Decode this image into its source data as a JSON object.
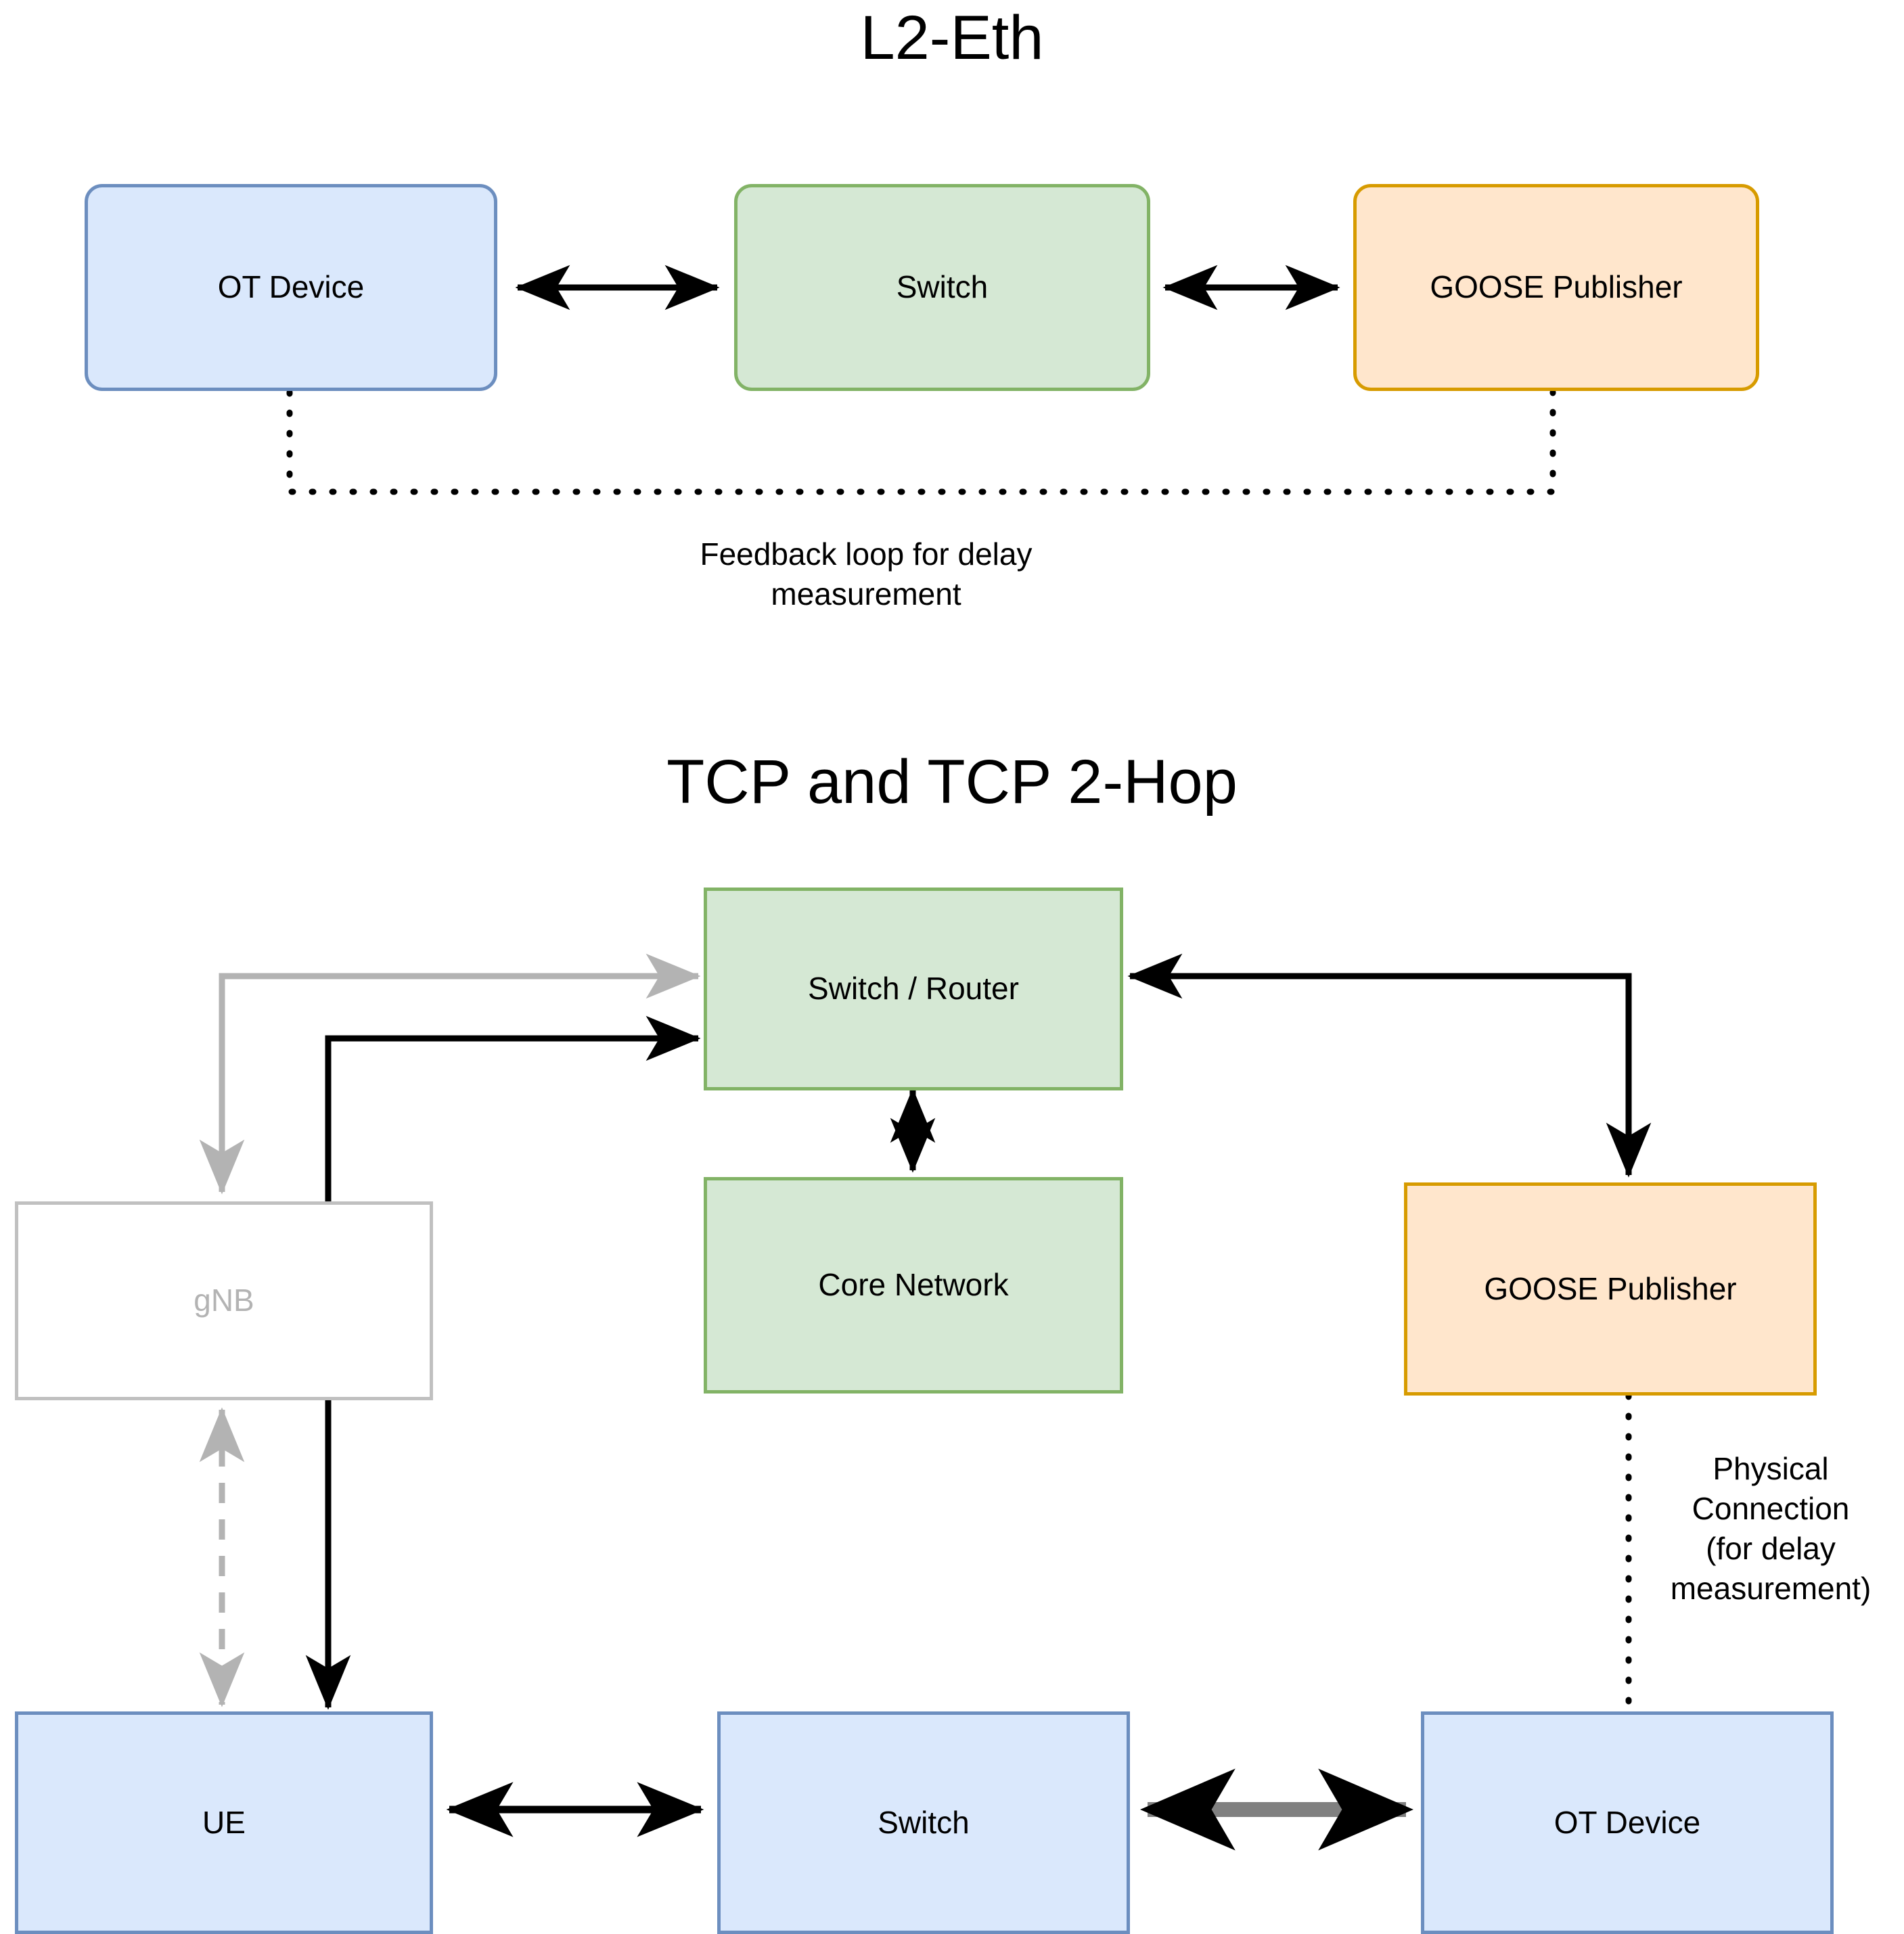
{
  "diagrams": [
    {
      "title": "L2-Eth",
      "nodes": [
        {
          "id": "l2-ot-device",
          "label": "OT Device",
          "style": "blue"
        },
        {
          "id": "l2-switch",
          "label": "Switch",
          "style": "green"
        },
        {
          "id": "l2-goose-publisher",
          "label": "GOOSE Publisher",
          "style": "orange"
        }
      ],
      "edge_labels": [
        {
          "id": "feedback-loop",
          "line1": "Feedback loop for delay",
          "line2": "measurement"
        }
      ]
    },
    {
      "title": "TCP and TCP 2-Hop",
      "nodes": [
        {
          "id": "tcp-switch-router",
          "label": "Switch / Router",
          "style": "green"
        },
        {
          "id": "tcp-core-network",
          "label": "Core Network",
          "style": "green"
        },
        {
          "id": "tcp-gnb",
          "label": "gNB",
          "style": "ghost"
        },
        {
          "id": "tcp-goose-publisher",
          "label": "GOOSE Publisher",
          "style": "orange"
        },
        {
          "id": "tcp-ue",
          "label": "UE",
          "style": "blue"
        },
        {
          "id": "tcp-switch",
          "label": "Switch",
          "style": "blue"
        },
        {
          "id": "tcp-ot-device",
          "label": "OT Device",
          "style": "blue"
        }
      ],
      "edge_labels": [
        {
          "id": "physical-connection",
          "line1": "Physical",
          "line2": "Connection",
          "line3": "(for delay",
          "line4": "measurement)"
        }
      ]
    }
  ],
  "colors": {
    "blue_fill": "#dae8fc",
    "blue_stroke": "#6c8ebf",
    "green_fill": "#d5e8d4",
    "green_stroke": "#82b366",
    "orange_fill": "#ffe6cc",
    "orange_stroke": "#d79b00",
    "ghost_stroke": "#c0c0c0",
    "ghost_text": "#b3b3b3",
    "arrow_black": "#000000",
    "arrow_gray": "#b3b3b3",
    "arrow_thick_gray": "#808080"
  }
}
